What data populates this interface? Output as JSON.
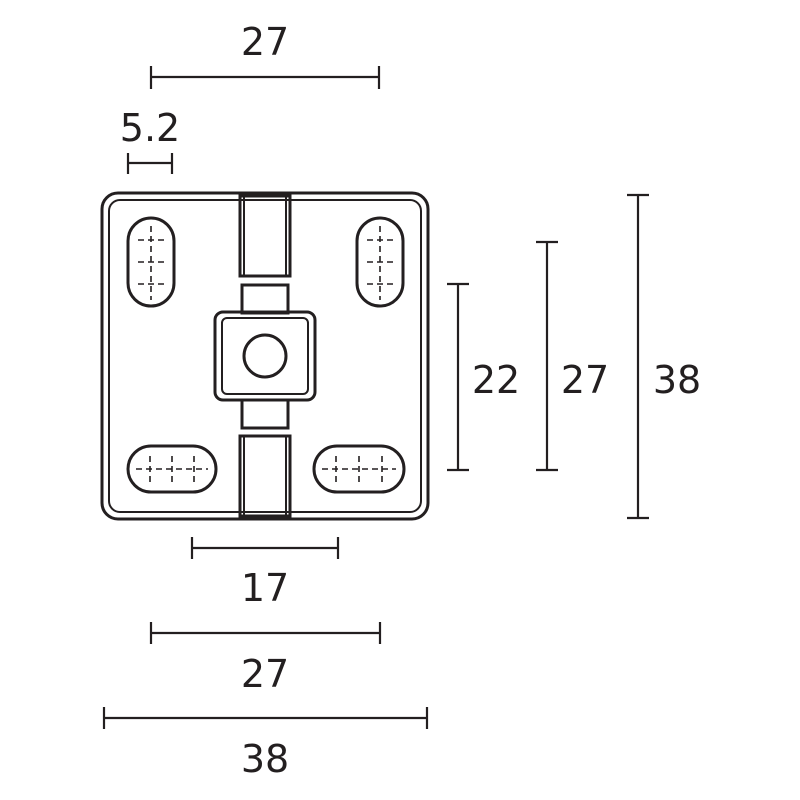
{
  "dimensions": {
    "top_width_27": "27",
    "slot_width_5_2": "5.2",
    "vertical_22": "22",
    "vertical_27": "27",
    "vertical_38": "38",
    "bottom_17": "17",
    "bottom_27": "27",
    "bottom_38": "38"
  },
  "colors": {
    "line": "#231f20",
    "background": "#ffffff"
  }
}
